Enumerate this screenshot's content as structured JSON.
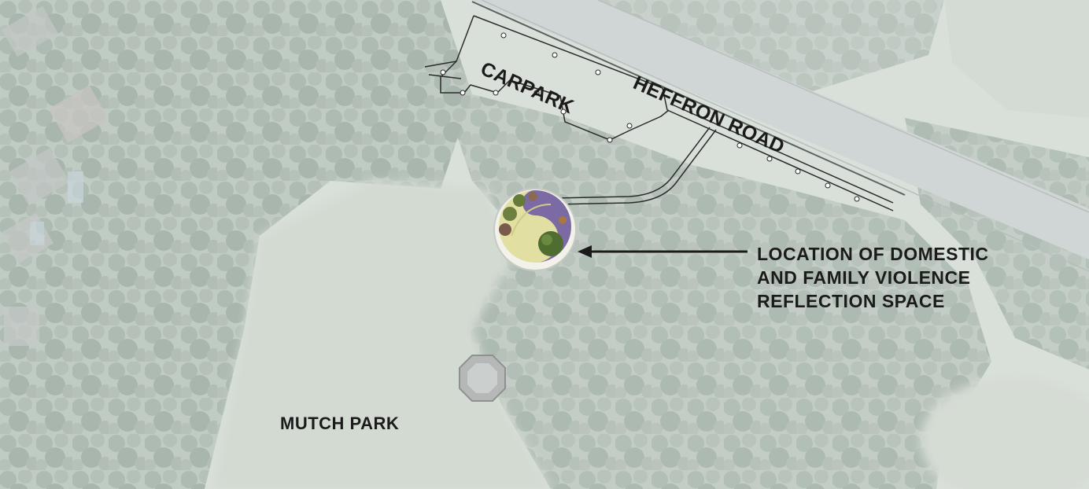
{
  "labels": {
    "road": "HEFFRON ROAD",
    "carpark": "CARPARK",
    "park": "MUTCH PARK",
    "callout_lines": [
      "LOCATION OF DOMESTIC",
      "AND FAMILY VIOLENCE",
      "REFLECTION SPACE"
    ]
  },
  "colors": {
    "base_wash": "#dde4e0",
    "tree_canopy": "#b7c3bc",
    "grass": "#d6ddd6",
    "road": "#cfd4d4",
    "path_line": "#2b2b2b",
    "garden_paving": "#e2dfa2",
    "garden_planting": "#7b6aa3",
    "garden_shrub": "#5f7a3b",
    "text": "#1b1b1b"
  },
  "icons": {
    "reflection_space": "circular-garden-plan-icon",
    "pavilion": "octagonal-pavilion-icon",
    "arrow": "callout-arrow-icon"
  }
}
